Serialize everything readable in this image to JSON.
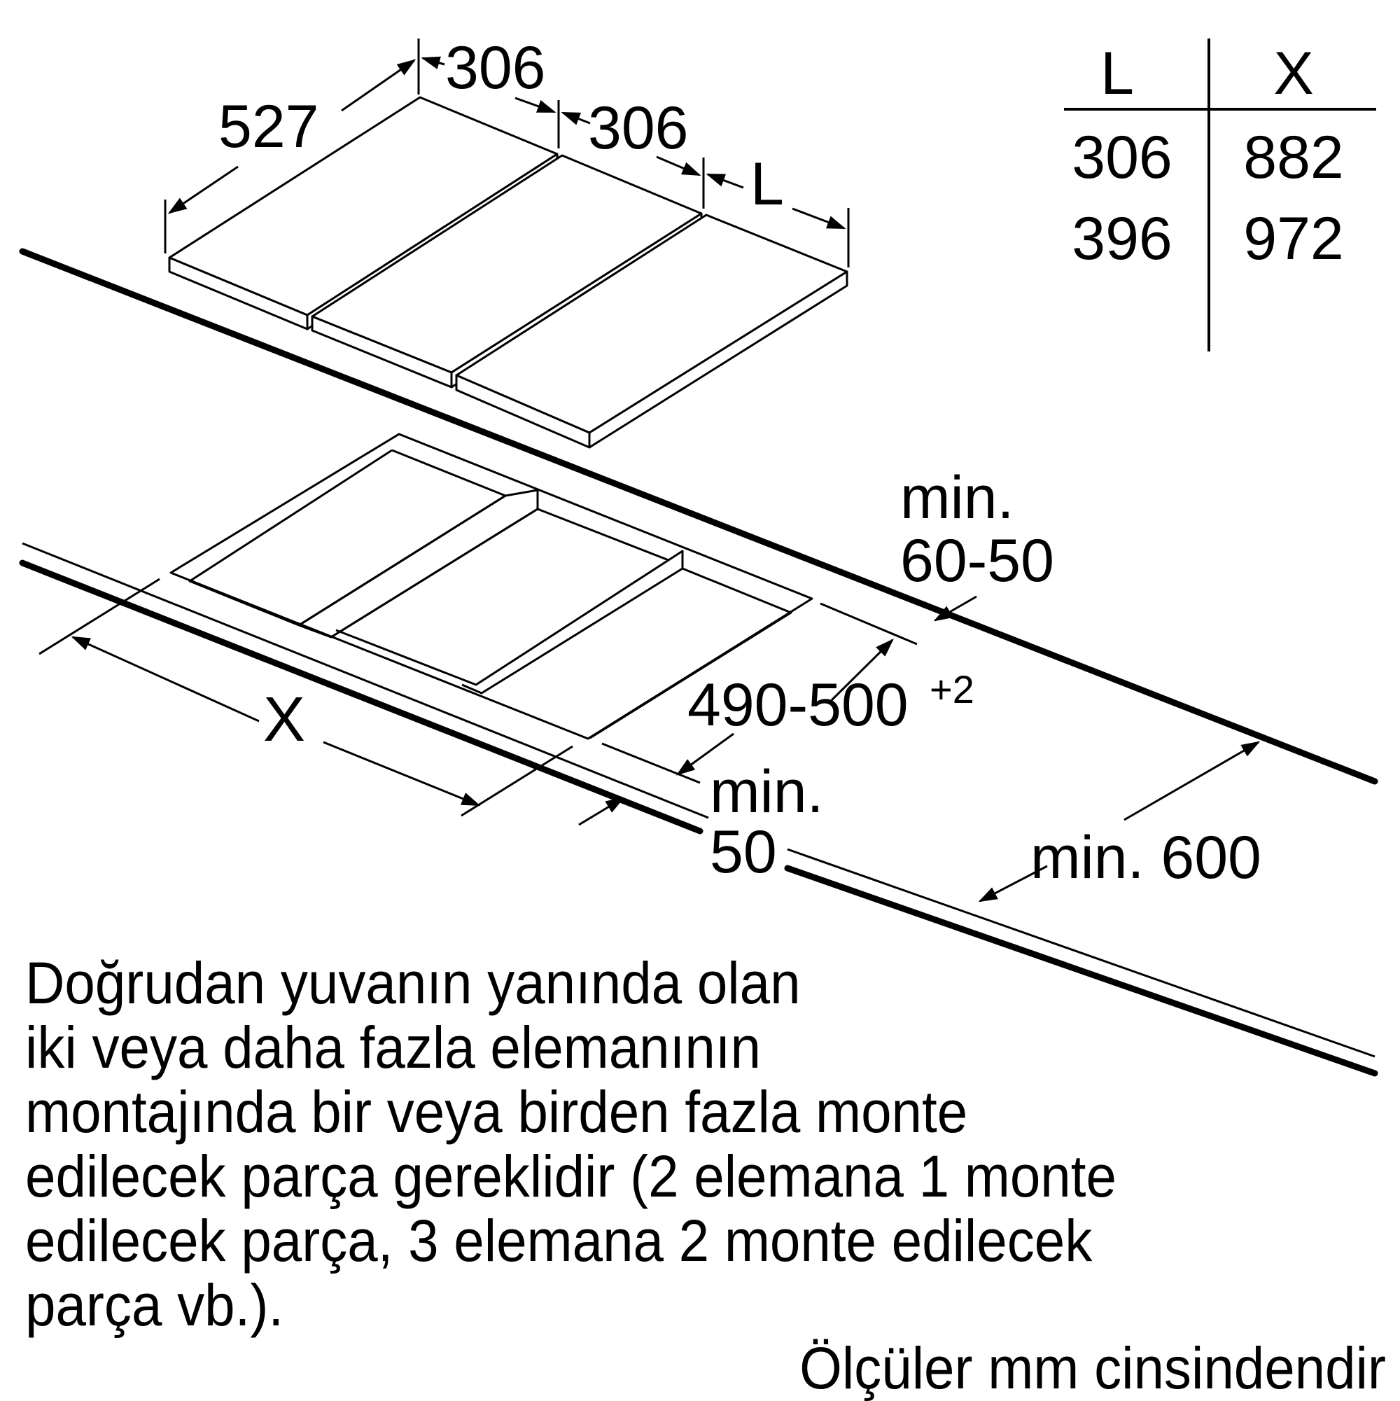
{
  "diagram": {
    "hob_dimensions": {
      "depth": "527",
      "width_1": "306",
      "width_2": "306",
      "width_variable": "L"
    },
    "cutout_dimensions": {
      "width_variable": "X",
      "depth": "490-500",
      "depth_tolerance": "+2",
      "rear_clearance_label": "min.",
      "rear_clearance_value": "60-50",
      "front_clearance_label": "min.",
      "front_clearance_value": "50",
      "counter_depth": "min. 600"
    },
    "table": {
      "headers": [
        "L",
        "X"
      ],
      "rows": [
        [
          "306",
          "882"
        ],
        [
          "396",
          "972"
        ]
      ]
    },
    "note_lines": [
      "Doğrudan yuvanın yanında olan",
      "iki veya daha fazla elemanının",
      "montajında bir veya birden fazla monte",
      "edilecek parça gereklidir (2 elemana 1 monte",
      "edilecek parça, 3 elemana 2 monte edilecek",
      "parça vb.)."
    ],
    "units_note": "Ölçüler mm cinsindendir"
  }
}
